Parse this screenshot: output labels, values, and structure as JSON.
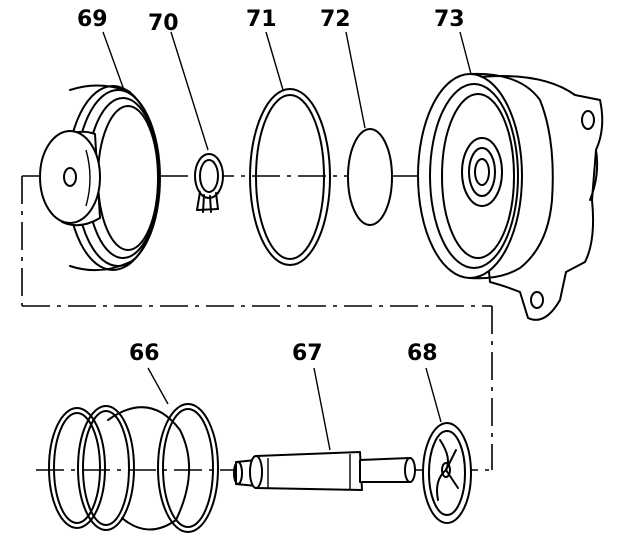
{
  "callouts": {
    "p66": "66",
    "p67": "67",
    "p68": "68",
    "p69": "69",
    "p70": "70",
    "p71": "71",
    "p72": "72",
    "p73": "73"
  },
  "colors": {
    "line": "#000000",
    "background": "#ffffff"
  }
}
